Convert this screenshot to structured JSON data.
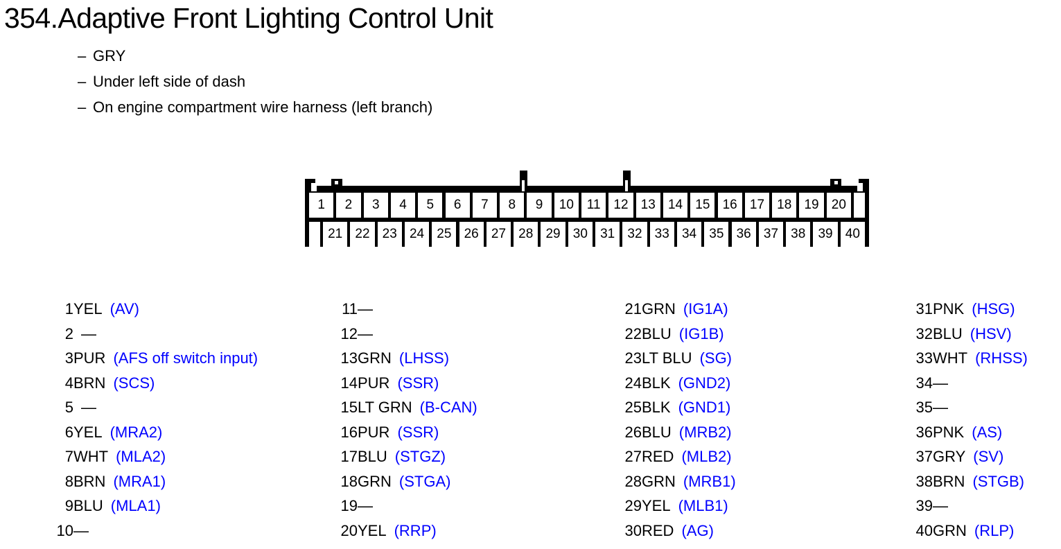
{
  "document": {
    "title": "354.Adaptive Front Lighting Control Unit",
    "notes": [
      {
        "dash": "–",
        "text": "GRY"
      },
      {
        "dash": "–",
        "text": "Under left side of dash"
      },
      {
        "dash": "–",
        "text": "On engine compartment wire harness (left branch)"
      }
    ]
  },
  "colors": {
    "signal": "#0000FF",
    "text": "#000000",
    "connector_body": "#000000",
    "pin_cell": "#FFFFFF",
    "background": "#FFFFFF"
  },
  "connector": {
    "total_pins": 40,
    "rows": [
      {
        "name": "top-row",
        "pins": [
          "1",
          "2",
          "3",
          "4",
          "5",
          "6",
          "7",
          "8",
          "9",
          "10",
          "11",
          "12",
          "13",
          "14",
          "15",
          "16",
          "17",
          "18",
          "19",
          "20"
        ]
      },
      {
        "name": "bottom-row",
        "pins": [
          "21",
          "22",
          "23",
          "24",
          "25",
          "26",
          "27",
          "28",
          "29",
          "30",
          "31",
          "32",
          "33",
          "34",
          "35",
          "36",
          "37",
          "38",
          "39",
          "40"
        ]
      }
    ]
  },
  "pin_list": {
    "columns": [
      {
        "name": "column-1",
        "entries": [
          {
            "num": "1",
            "wire": "YEL",
            "signal": "(AV)"
          },
          {
            "num": "2",
            "wire": "",
            "signal": "—",
            "empty": true
          },
          {
            "num": "3",
            "wire": "PUR",
            "signal": "(AFS off switch input)"
          },
          {
            "num": "4",
            "wire": "BRN",
            "signal": "(SCS)"
          },
          {
            "num": "5",
            "wire": "",
            "signal": "—",
            "empty": true
          },
          {
            "num": "6",
            "wire": "YEL",
            "signal": "(MRA2)"
          },
          {
            "num": "7",
            "wire": "WHT",
            "signal": "(MLA2)"
          },
          {
            "num": "8",
            "wire": "BRN",
            "signal": "(MRA1)"
          },
          {
            "num": "9",
            "wire": "BLU",
            "signal": "(MLA1)"
          },
          {
            "num": "10",
            "wire": "—",
            "signal": "",
            "empty": true
          }
        ]
      },
      {
        "name": "column-2",
        "entries": [
          {
            "num": "11",
            "wire": "—",
            "signal": "",
            "empty": true
          },
          {
            "num": "12",
            "wire": "—",
            "signal": "",
            "empty": true
          },
          {
            "num": "13",
            "wire": "GRN",
            "signal": "(LHSS)"
          },
          {
            "num": "14",
            "wire": "PUR",
            "signal": "(SSR)"
          },
          {
            "num": "15",
            "wire": "LT GRN",
            "signal": "(B-CAN)"
          },
          {
            "num": "16",
            "wire": "PUR",
            "signal": "(SSR)"
          },
          {
            "num": "17",
            "wire": "BLU",
            "signal": "(STGZ)"
          },
          {
            "num": "18",
            "wire": "GRN",
            "signal": "(STGA)"
          },
          {
            "num": "19",
            "wire": "—",
            "signal": "",
            "empty": true
          },
          {
            "num": "20",
            "wire": "YEL",
            "signal": "(RRP)"
          }
        ]
      },
      {
        "name": "column-3",
        "entries": [
          {
            "num": "21",
            "wire": "GRN",
            "signal": "(IG1A)"
          },
          {
            "num": "22",
            "wire": "BLU",
            "signal": "(IG1B)"
          },
          {
            "num": "23",
            "wire": "LT BLU",
            "signal": "(SG)"
          },
          {
            "num": "24",
            "wire": "BLK",
            "signal": "(GND2)"
          },
          {
            "num": "25",
            "wire": "BLK",
            "signal": "(GND1)"
          },
          {
            "num": "26",
            "wire": "BLU",
            "signal": "(MRB2)"
          },
          {
            "num": "27",
            "wire": "RED",
            "signal": "(MLB2)"
          },
          {
            "num": "28",
            "wire": "GRN",
            "signal": "(MRB1)"
          },
          {
            "num": "29",
            "wire": "YEL",
            "signal": "(MLB1)"
          },
          {
            "num": "30",
            "wire": "RED",
            "signal": "(AG)"
          }
        ]
      },
      {
        "name": "column-4",
        "entries": [
          {
            "num": "31",
            "wire": "PNK",
            "signal": "(HSG)"
          },
          {
            "num": "32",
            "wire": "BLU",
            "signal": "(HSV)"
          },
          {
            "num": "33",
            "wire": "WHT",
            "signal": "(RHSS)"
          },
          {
            "num": "34",
            "wire": "—",
            "signal": "",
            "empty": true
          },
          {
            "num": "35",
            "wire": "—",
            "signal": "",
            "empty": true
          },
          {
            "num": "36",
            "wire": "PNK",
            "signal": "(AS)"
          },
          {
            "num": "37",
            "wire": "GRY",
            "signal": "(SV)"
          },
          {
            "num": "38",
            "wire": "BRN",
            "signal": "(STGB)"
          },
          {
            "num": "39",
            "wire": "—",
            "signal": "",
            "empty": true
          },
          {
            "num": "40",
            "wire": "GRN",
            "signal": "(RLP)"
          }
        ]
      }
    ]
  }
}
